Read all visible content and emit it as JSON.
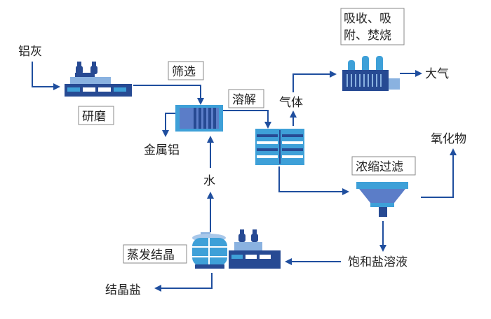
{
  "labels": {
    "aluminum_ash": "铝灰",
    "grinding": "研磨",
    "screening": "筛选",
    "metallic_aluminum": "金属铝",
    "dissolution": "溶解",
    "gas": "气体",
    "absorb_line1": "吸收、吸",
    "absorb_line2": "附、焚烧",
    "atmosphere": "大气",
    "water": "水",
    "oxidized_compound": "氧化物",
    "concentrate_filter": "浓缩过滤",
    "saturated_brine": "饱和盐溶液",
    "evaporation_crystallization": "蒸发结晶",
    "crystal_salt": "结晶盐"
  },
  "colors": {
    "arrow": "#1f4e9e",
    "equipment_dark": "#274a93",
    "equipment_light": "#3ea0d8",
    "equipment_mid": "#5b7dc8",
    "equipment_pale": "#a9c8ea"
  }
}
